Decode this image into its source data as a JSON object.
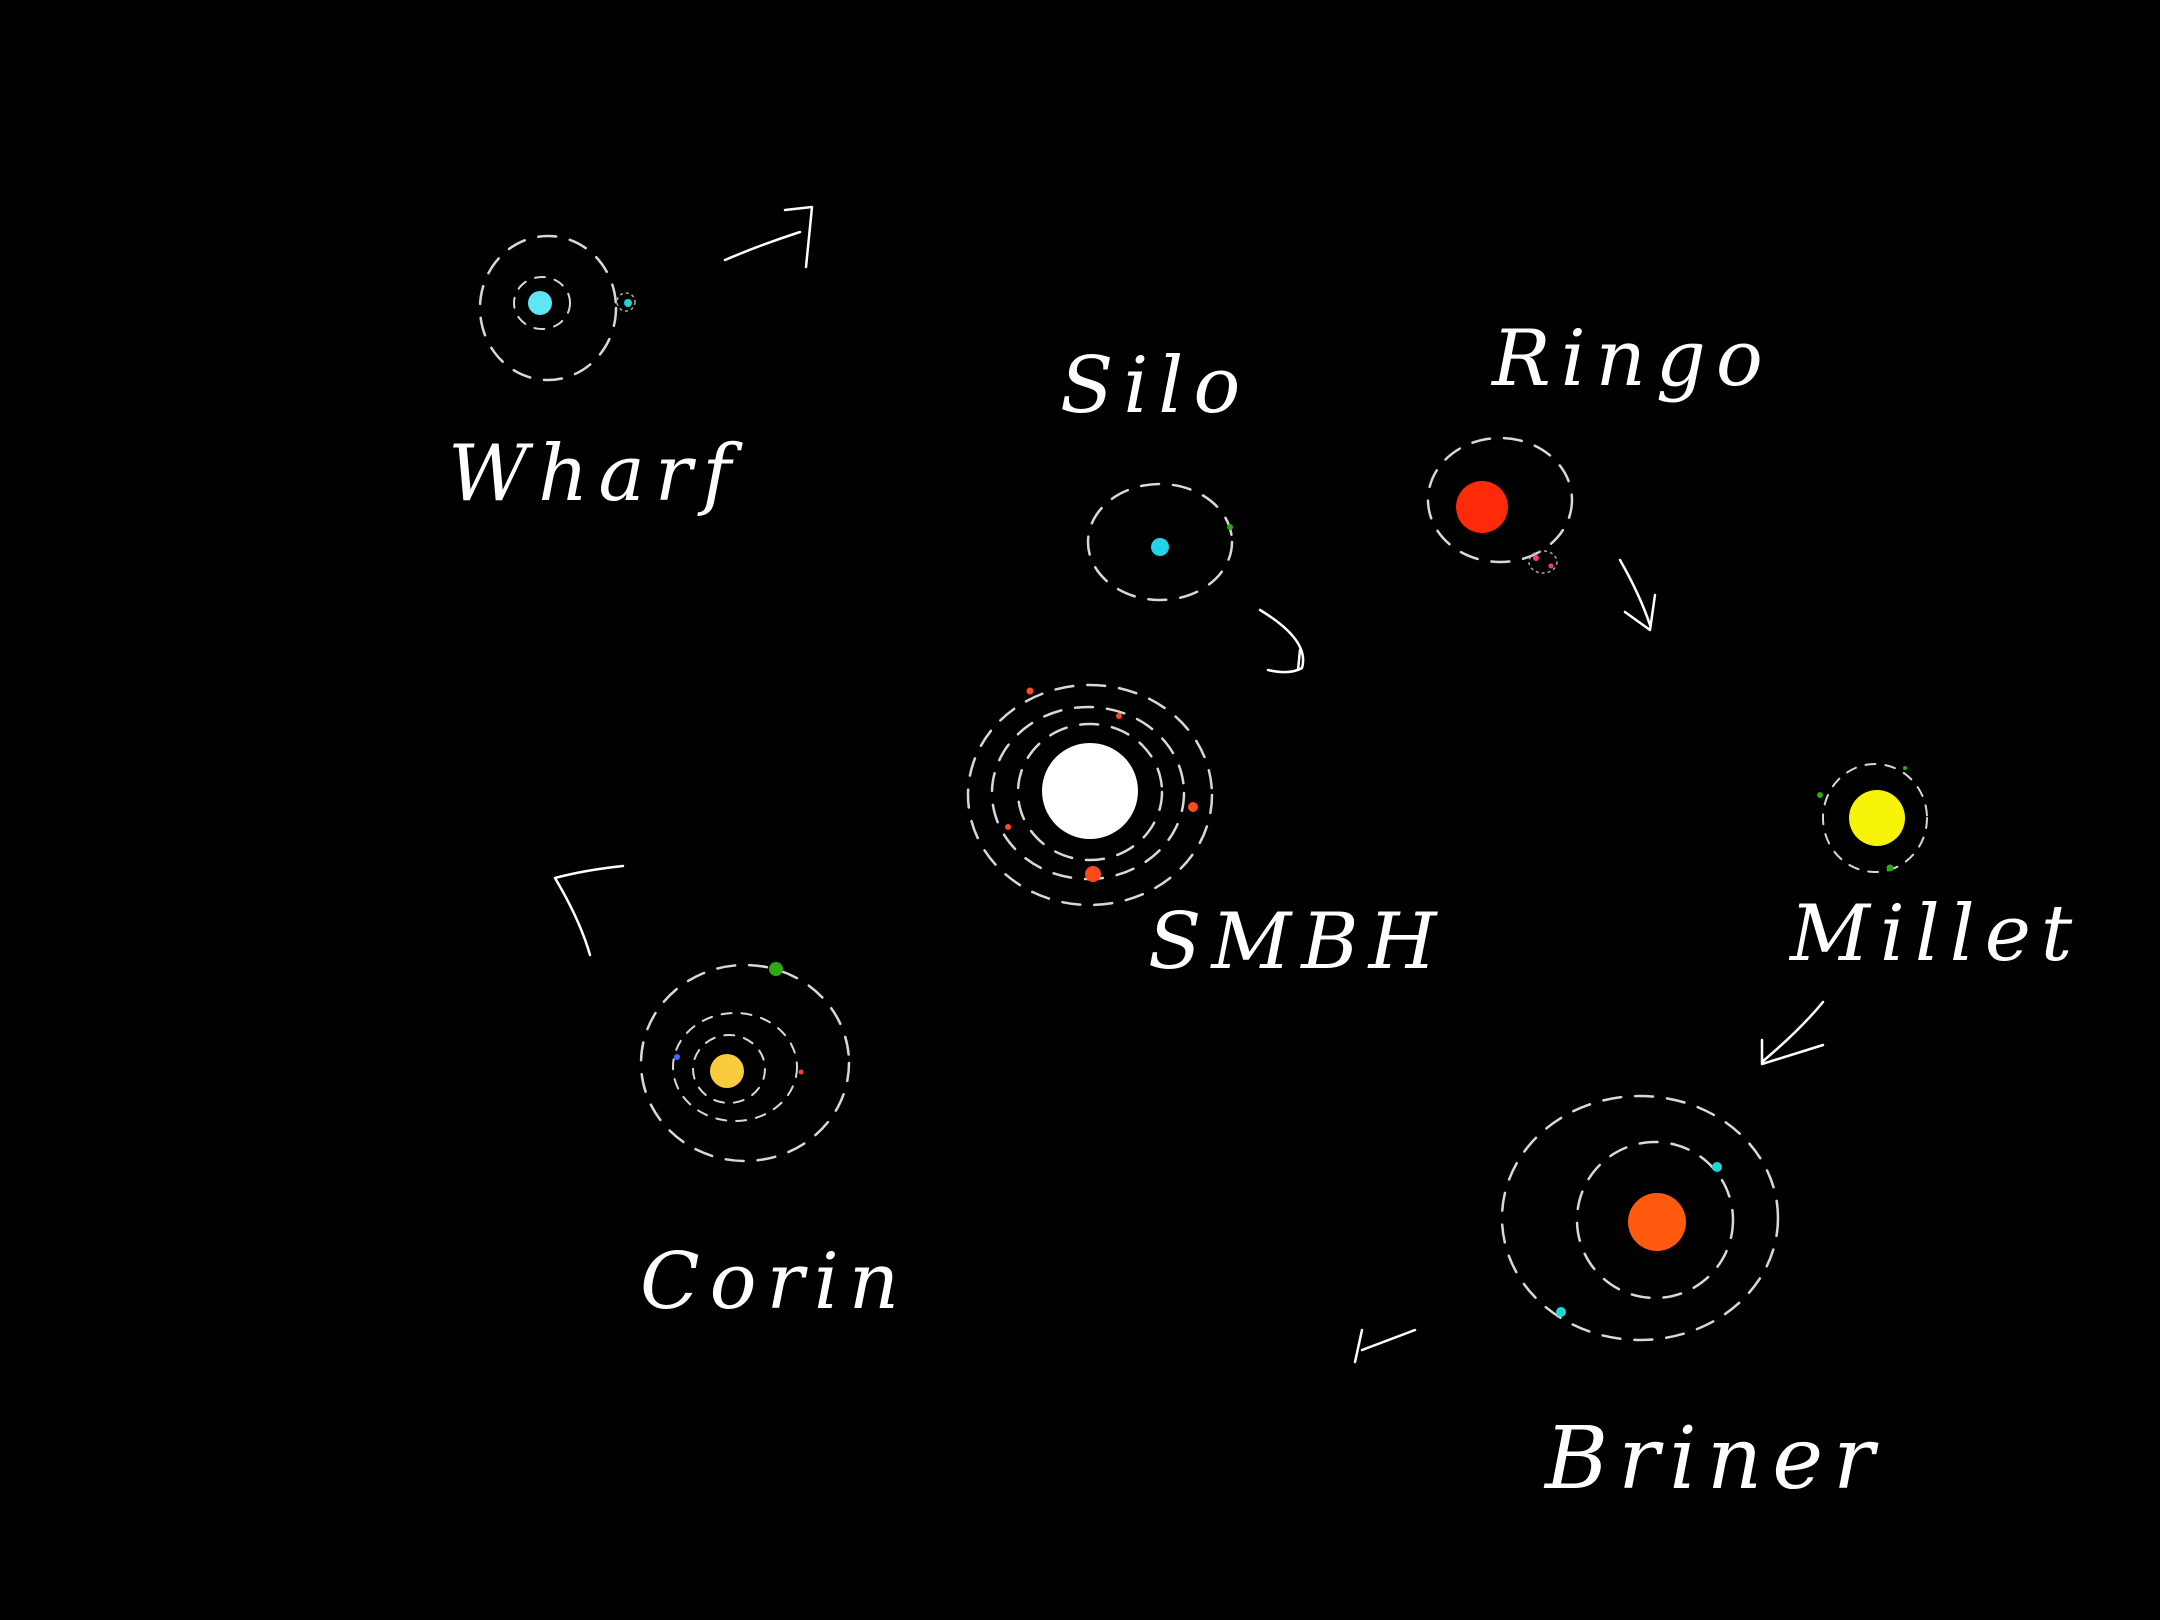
{
  "background_color": "#000000",
  "systems": [
    {
      "key": "wharf",
      "label": "Wharf",
      "star_color": "#5ee6f5"
    },
    {
      "key": "silo",
      "label": "Silo",
      "star_color": "#22d4e8"
    },
    {
      "key": "ringo",
      "label": "Ringo",
      "star_color": "#ff2a0a"
    },
    {
      "key": "smbh",
      "label": "SMBH",
      "star_color": "#ffffff"
    },
    {
      "key": "millet",
      "label": "Millet",
      "star_color": "#f7f40a"
    },
    {
      "key": "corin",
      "label": "Corin",
      "star_color": "#f9cc3e"
    },
    {
      "key": "briner",
      "label": "Briner",
      "star_color": "#ff5a0e"
    }
  ],
  "planet_colors": {
    "red_orange": "#ff4a1a",
    "cyan": "#22d4d4",
    "green": "#2fa814",
    "blue": "#3b6cff",
    "pink": "#ff3b6c"
  },
  "arrows": [
    {
      "name": "arrow-wharf-to-silo"
    },
    {
      "name": "arrow-silo-to-smbh"
    },
    {
      "name": "arrow-ringo-to-millet"
    },
    {
      "name": "arrow-millet-to-briner"
    },
    {
      "name": "arrow-briner-to-corin"
    },
    {
      "name": "arrow-corin-to-wharf"
    }
  ]
}
